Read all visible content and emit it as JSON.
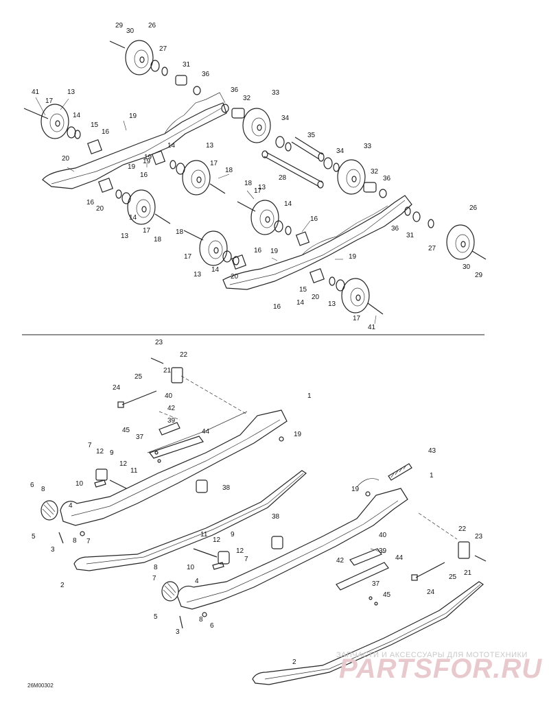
{
  "diagram": {
    "drawing_code": "26M00302",
    "watermark": {
      "tagline": "ЗАПЧАСТИ И АКСЕССУАРЫ ДЛЯ МОТОТЕХНИКИ",
      "brand": "PARTSFOR.RU"
    },
    "upper_callouts": [
      "29",
      "30",
      "26",
      "27",
      "31",
      "36",
      "36",
      "32",
      "33",
      "41",
      "13",
      "17",
      "14",
      "15",
      "16",
      "19",
      "20",
      "19",
      "19",
      "16",
      "14",
      "13",
      "17",
      "18",
      "16",
      "20",
      "14",
      "13",
      "17",
      "18",
      "34",
      "35",
      "34",
      "33",
      "28",
      "32",
      "36",
      "18",
      "17",
      "13",
      "14",
      "16",
      "26",
      "36",
      "31",
      "27",
      "30",
      "29",
      "18",
      "17",
      "13",
      "14",
      "20",
      "16",
      "19",
      "19",
      "16",
      "15",
      "20",
      "14",
      "13",
      "17",
      "41",
      "19"
    ],
    "lower_callouts": [
      "23",
      "22",
      "21",
      "25",
      "24",
      "40",
      "42",
      "39",
      "44",
      "1",
      "45",
      "37",
      "19",
      "7",
      "12",
      "9",
      "12",
      "11",
      "10",
      "6",
      "8",
      "5",
      "4",
      "3",
      "8",
      "7",
      "2",
      "38",
      "43",
      "1",
      "19",
      "38",
      "40",
      "39",
      "42",
      "44",
      "22",
      "23",
      "11",
      "12",
      "9",
      "12",
      "7",
      "8",
      "7",
      "10",
      "4",
      "5",
      "3",
      "8",
      "6",
      "21",
      "25",
      "24",
      "37",
      "45",
      "2"
    ]
  }
}
